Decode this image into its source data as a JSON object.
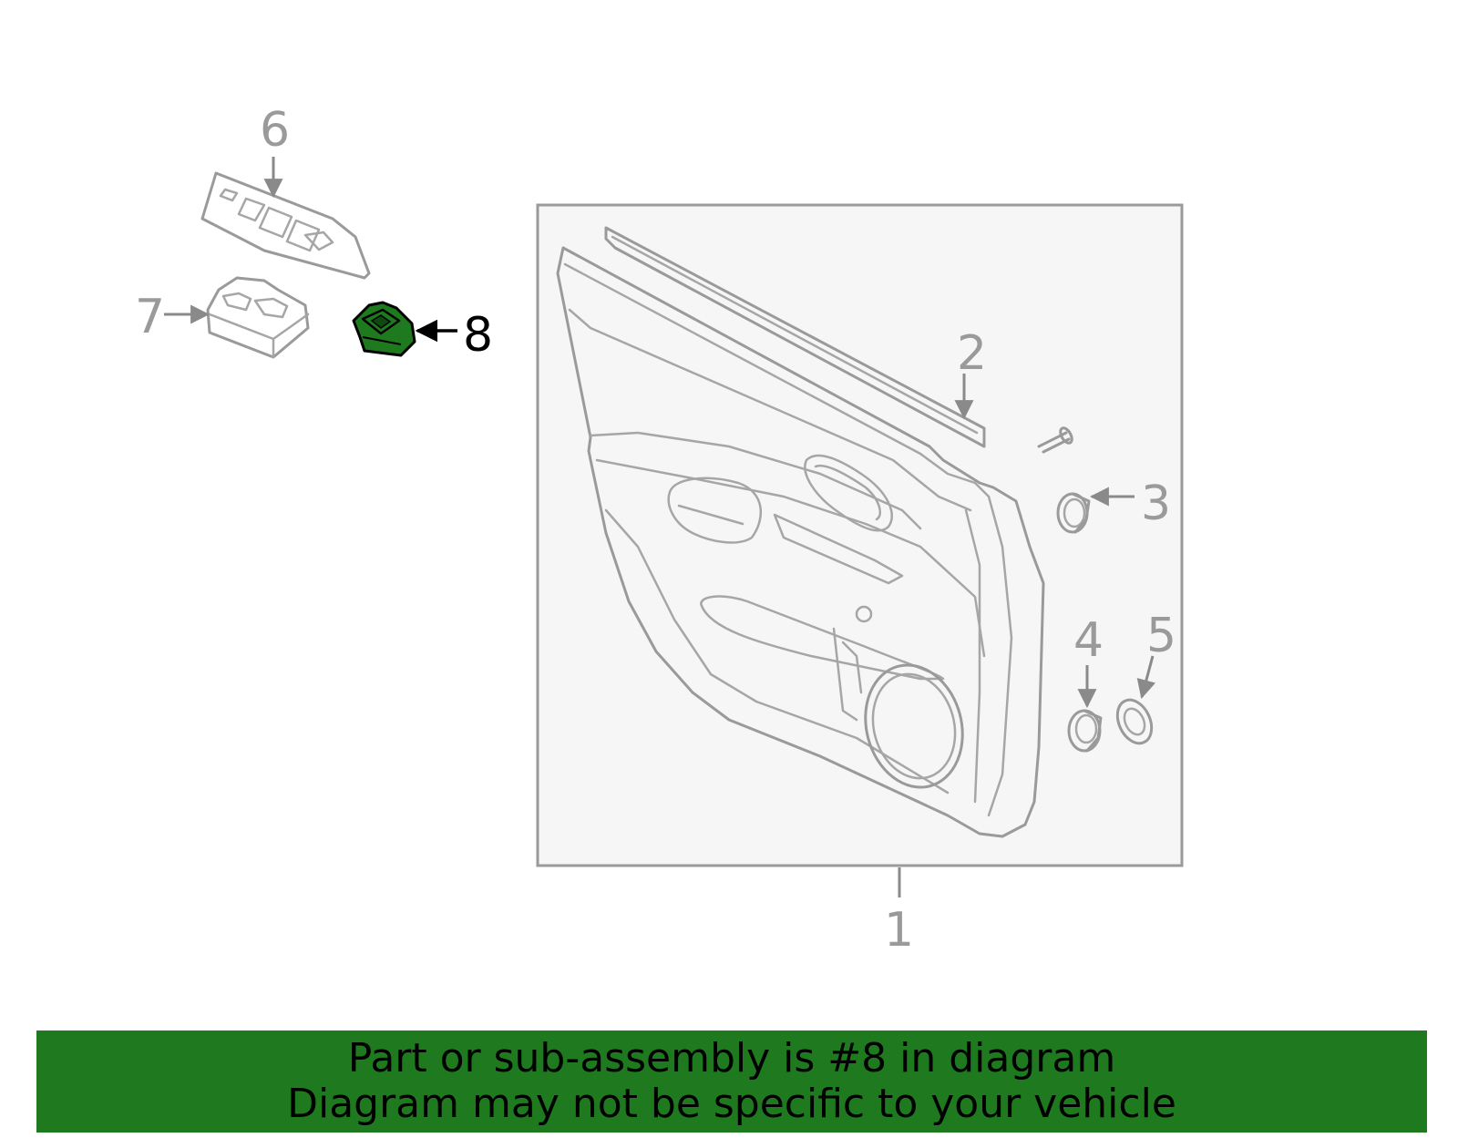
{
  "diagram": {
    "highlight_color": "#1f7a1f",
    "line_color": "#9a9a9a",
    "panel_fill": "#f6f6f6",
    "callouts": [
      {
        "id": "1",
        "label": "1"
      },
      {
        "id": "2",
        "label": "2"
      },
      {
        "id": "3",
        "label": "3"
      },
      {
        "id": "4",
        "label": "4"
      },
      {
        "id": "5",
        "label": "5"
      },
      {
        "id": "6",
        "label": "6"
      },
      {
        "id": "7",
        "label": "7"
      },
      {
        "id": "8",
        "label": "8",
        "highlighted": true
      }
    ]
  },
  "banner": {
    "line1": "Part or sub-assembly is #8 in diagram",
    "line2": "Diagram may not be specific to your vehicle"
  }
}
